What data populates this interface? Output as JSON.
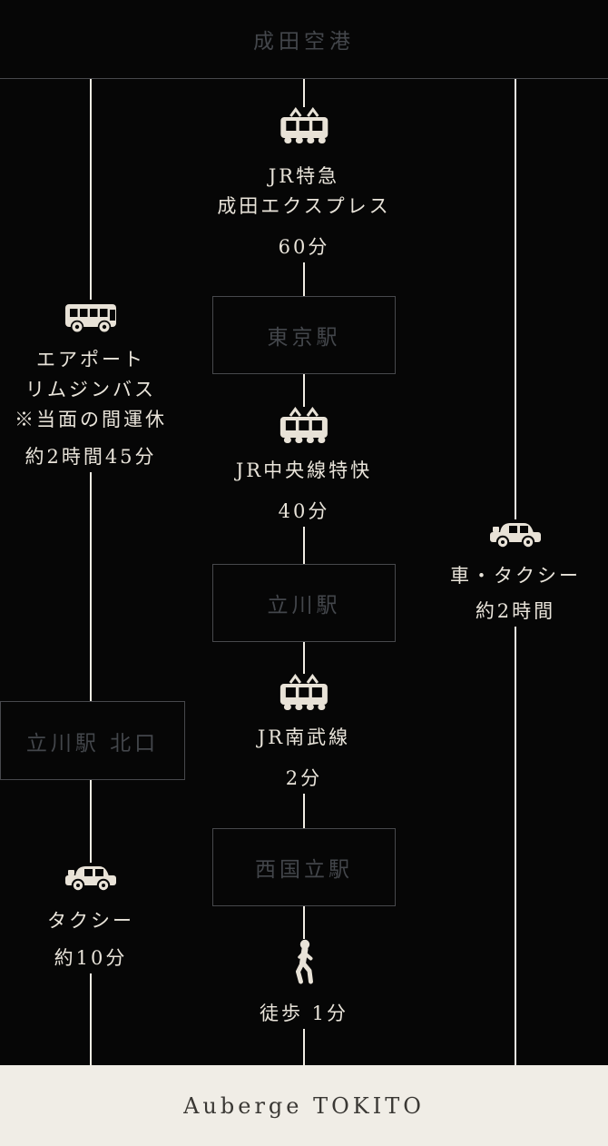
{
  "colors": {
    "bg": "#060606",
    "cream-text": "#e9e4da",
    "cream-line": "#f1ede4",
    "icon": "#e8e2d7",
    "dim-text": "#43464b",
    "box-border": "#47484c",
    "footer-bg": "#f0ede6",
    "footer-text": "#3a3834"
  },
  "header": {
    "title": "成田空港"
  },
  "footer": {
    "title": "Auberge TOKITO"
  },
  "icons": {
    "train": "train-icon",
    "bus": "bus-icon",
    "car": "car-icon",
    "walk": "walk-icon"
  },
  "center_route": {
    "leg1": {
      "line1": "JR特急",
      "line2": "成田エクスプレス",
      "duration": "60分"
    },
    "station1": "東京駅",
    "leg2": {
      "line1": "JR中央線特快",
      "duration": "40分"
    },
    "station2": "立川駅",
    "leg3": {
      "line1": "JR南武線",
      "duration": "2分"
    },
    "station3": "西国立駅",
    "leg4": {
      "duration": "徒歩 1分"
    }
  },
  "left_route": {
    "leg1": {
      "line1": "エアポート",
      "line2": "リムジンバス",
      "note": "※当面の間運休",
      "duration": "約2時間45分"
    },
    "station1": "立川駅 北口",
    "leg2": {
      "line1": "タクシー",
      "duration": "約10分"
    }
  },
  "right_route": {
    "leg1": {
      "line1": "車・タクシー",
      "duration": "約2時間"
    }
  }
}
